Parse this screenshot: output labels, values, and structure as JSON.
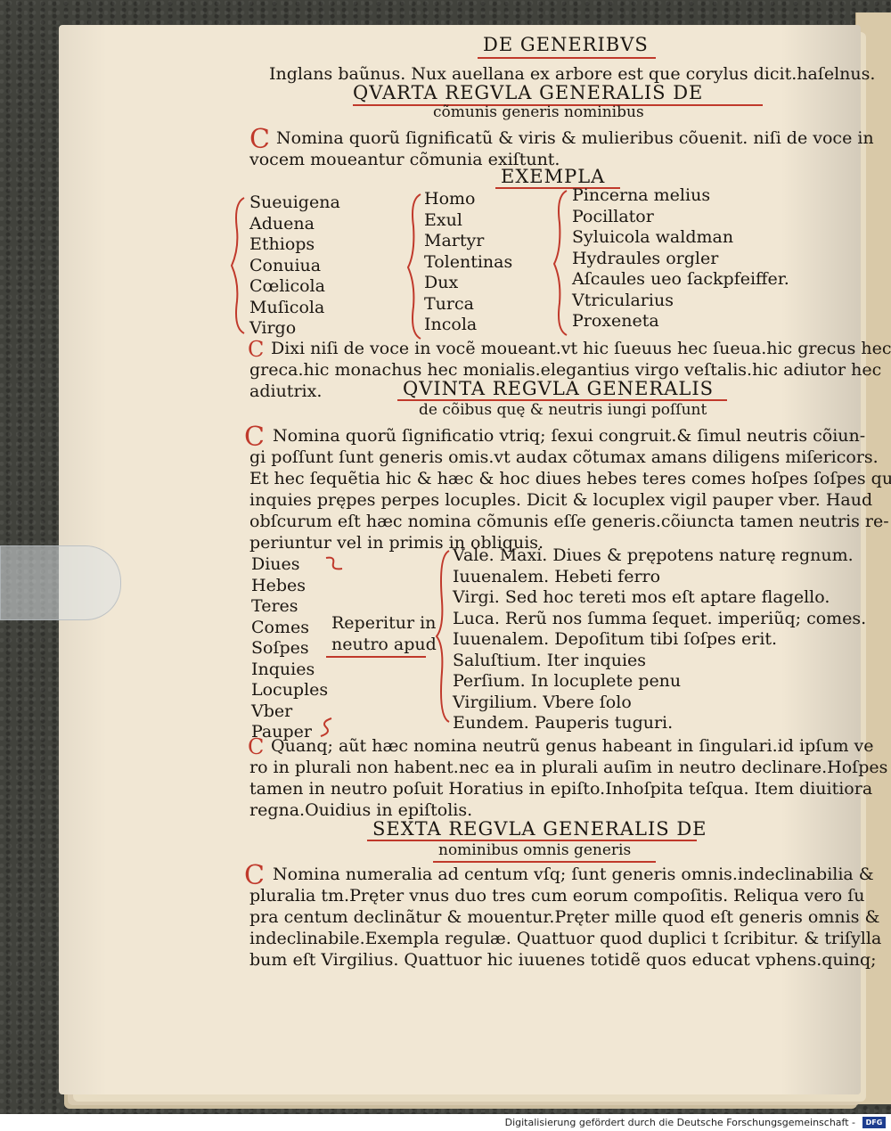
{
  "header": {
    "running_title": "DE GENERIBVS"
  },
  "lines": [
    {
      "id": "l01",
      "text": "Inglans baũnus. Nux auellana ex arbore est que corylus dicit.haſelnus."
    },
    {
      "id": "l02",
      "text": "QVARTA REGVLA GENERALIS DE"
    },
    {
      "id": "l03",
      "text": "cõmunis generis nominibus"
    },
    {
      "id": "l04",
      "text": "Nomina quorũ ſignificatũ & viris & mulieribus cõuenit. niſi de voce in"
    },
    {
      "id": "l05",
      "text": "vocem moueantur cõmunia exiſtunt."
    },
    {
      "id": "l06",
      "text": "EXEMPLA"
    },
    {
      "id": "l07",
      "text": "Dixi niſi de voce in vocẽ moueant.vt hic ſueuus hec ſueua.hic grecus hec"
    },
    {
      "id": "l08",
      "text": "greca.hic monachus hec monialis.elegantius virgo veſtalis.hic adiutor hec"
    },
    {
      "id": "l09",
      "text": "adiutrix."
    },
    {
      "id": "l10",
      "text": "QVINTA REGVLA GENERALIS"
    },
    {
      "id": "l11",
      "text": "de cõibus quę & neutris iungi poſſunt"
    },
    {
      "id": "l12",
      "text": "Nomina quorũ ſignificatio vtriq; ſexui congruit.& ſimul neutris cõiun-"
    },
    {
      "id": "l13",
      "text": "gi poſſunt ſunt generis omis.vt audax cõtumax amans diligens miſericors."
    },
    {
      "id": "l14",
      "text": "Et hec ſequẽtia hic & hæc & hoc diues hebes teres comes hoſpes ſoſpes quies"
    },
    {
      "id": "l15",
      "text": "inquies prępes perpes locuples. Dicit & locuplex vigil pauper vber. Haud"
    },
    {
      "id": "l16",
      "text": "obſcurum eſt hæc nomina cõmunis eſſe generis.cõiuncta tamen neutris re-"
    },
    {
      "id": "l17",
      "text": "periuntur vel in primis in obliquis."
    },
    {
      "id": "l18",
      "text": "Quanq; aũt hæc nomina neutrũ genus habeant in ſingulari.id ipſum ve"
    },
    {
      "id": "l19",
      "text": "ro in plurali non habent.nec ea in plurali auſim in neutro declinare.Hoſpes"
    },
    {
      "id": "l20",
      "text": "tamen in neutro poſuit Horatius in epiſto.Inhoſpita teſqua. Item diuitiora"
    },
    {
      "id": "l21",
      "text": "regna.Ouidius in epiſtolis."
    },
    {
      "id": "l22",
      "text": "SEXTA REGVLA GENERALIS DE"
    },
    {
      "id": "l23",
      "text": "nominibus omnis generis"
    },
    {
      "id": "l24",
      "text": "Nomina numeralia ad centum vſq; ſunt generis omnis.indeclinabilia &"
    },
    {
      "id": "l25",
      "text": "pluralia tm.Pręter vnus duo tres cum eorum compoſitis. Reliqua vero ſu"
    },
    {
      "id": "l26",
      "text": "pra centum declinãtur & mouentur.Pręter mille quod eſt generis omnis &"
    },
    {
      "id": "l27",
      "text": "indeclinabile.Exempla regulæ. Quattuor quod duplici t ſcribitur. & triſylla"
    },
    {
      "id": "l28",
      "text": "bum eſt Virgilius. Quattuor hic iuuenes totidẽ quos educat vphens.quinq;"
    }
  ],
  "exempla": {
    "col1": [
      "Sueuigena",
      "Aduena",
      "Ethiops",
      "Conuiua",
      "Cœlicola",
      "Muſicola",
      "Virgo"
    ],
    "col2": [
      "Homo",
      "Exul",
      "Martyr",
      "Tolentinas",
      "Dux",
      "Turca",
      "Incola"
    ],
    "col3": [
      "Pincerna melius",
      "Pocillator",
      "Syluicola waldman",
      "Hydraules orgler",
      "Aſcaules ueo ſackpfeiffer.",
      "Vtricularius",
      "Proxeneta"
    ]
  },
  "citations": {
    "words": [
      "Diues",
      "Hebes",
      "Teres",
      "Comes",
      "Soſpes",
      "Inquies",
      "Locuples",
      "Vber",
      "Pauper"
    ],
    "note_line1": "Reperitur in",
    "note_line2": "neutro apud",
    "sources": [
      "Vale. Maxi. Diues & prępotens naturę regnum.",
      "Iuuenalem. Hebeti ferro",
      "Virgi. Sed hoc tereti mos eſt aptare flagello.",
      "Luca. Rerũ nos ſumma ſequet. imperiũq; comes.",
      "Iuuenalem. Depoſitum tibi ſoſpes erit.",
      "Saluſtium. Iter inquies",
      "Perſium. In locuplete penu",
      "Virgilium. Vbere ſolo",
      "Eundem. Pauperis tuguri."
    ]
  },
  "footer": {
    "text": "Digitalisierung gefördert durch die Deutsche Forschungsgemeinschaft -",
    "logo": "DFG"
  },
  "colors": {
    "rubric": "#c0392b",
    "ink": "#1c1712",
    "paper": "#f1e7d4",
    "cover": "#41423c"
  }
}
